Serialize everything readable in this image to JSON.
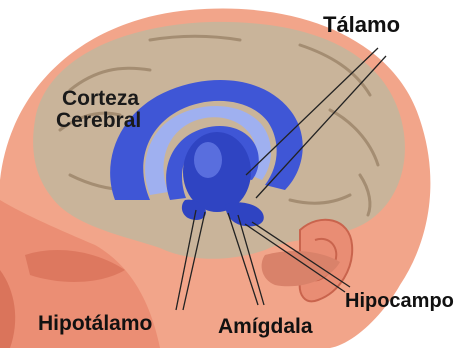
{
  "labels": {
    "talamo": "Tálamo",
    "corteza_line1": "Corteza",
    "corteza_line2": "Cerebral",
    "hipotalamo": "Hipotálamo",
    "amigdala": "Amígdala",
    "hipocampo": "Hipocampo"
  },
  "colors": {
    "skin": "#f2a58a",
    "skin_shadow": "#e07a62",
    "brain": "#c9b49a",
    "brain_fold": "#a48d72",
    "limbic_blue": "#3f56d6",
    "limbic_light": "#9fb0f0",
    "ear": "#e98d74"
  }
}
